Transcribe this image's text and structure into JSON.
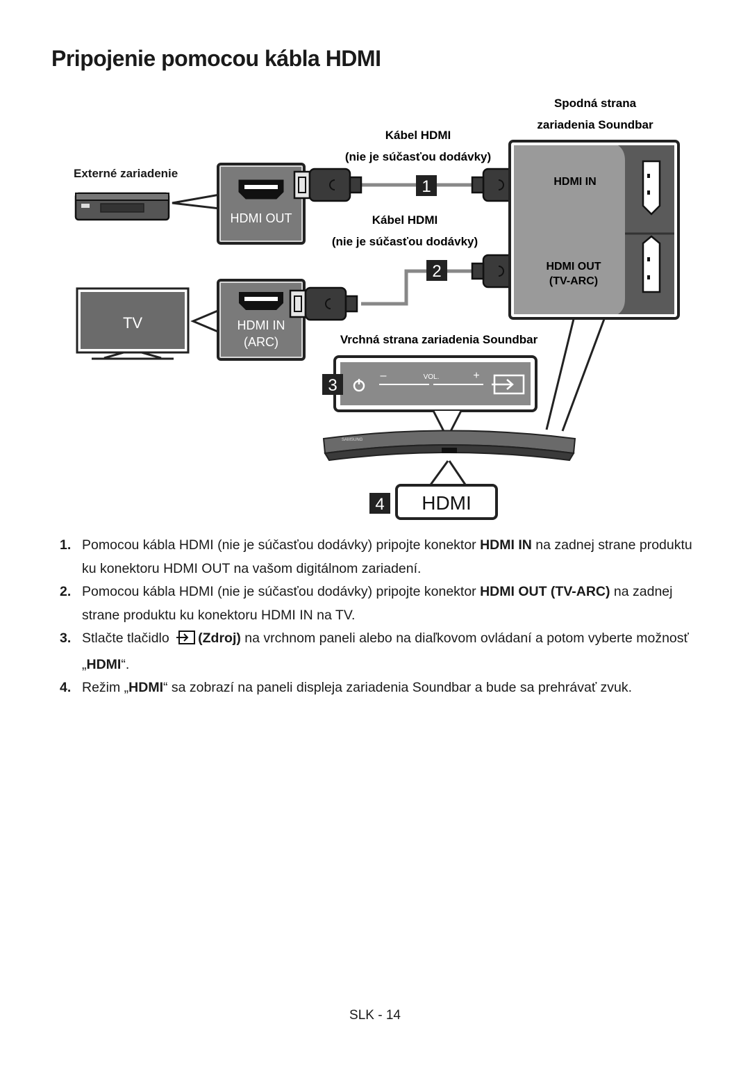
{
  "page": {
    "title": "Pripojenie pomocou kábla HDMI",
    "footer": "SLK - 14"
  },
  "diagram": {
    "external_device_label": "Externé zariadenie",
    "hdmi_out_label": "HDMI OUT",
    "tv_label": "TV",
    "tv_hdmi_in_label": "HDMI IN",
    "tv_arc_label": "(ARC)",
    "cable1_label": "Kábel HDMI",
    "cable1_note": "(nie je súčasťou dodávky)",
    "cable2_label": "Kábel HDMI",
    "cable2_note": "(nie je súčasťou dodávky)",
    "bottom_side_line1": "Spodná strana",
    "bottom_side_line2": "zariadenia Soundbar",
    "soundbar_hdmi_in": "HDMI IN",
    "soundbar_hdmi_out": "HDMI OUT",
    "soundbar_tv_arc": "(TV-ARC)",
    "top_side_label": "Vrchná strana zariadenia Soundbar",
    "step_markers": [
      "1",
      "2",
      "3",
      "4"
    ],
    "panel_minus": "–",
    "panel_vol": "VOL.",
    "panel_plus": "+",
    "display_text": "HDMI",
    "soundbar_brand": "SAMSUNG"
  },
  "steps": [
    {
      "num": "1.",
      "t1": "Pomocou kábla HDMI (nie je súčasťou dodávky) pripojte konektor ",
      "b1": "HDMI IN",
      "t2": " na zadnej strane produktu ku konektoru HDMI OUT na vašom digitálnom zariadení."
    },
    {
      "num": "2.",
      "t1": "Pomocou kábla HDMI (nie je súčasťou dodávky) pripojte konektor ",
      "b1": "HDMI OUT (TV-ARC)",
      "t2": " na zadnej strane produktu ku konektoru HDMI IN na TV."
    },
    {
      "num": "3.",
      "t1": "Stlačte tlačidlo ",
      "b1": "(Zdroj)",
      "t2": " na vrchnom paneli alebo na diaľkovom ovládaní a potom vyberte možnosť „",
      "b2": "HDMI",
      "t3": "“."
    },
    {
      "num": "4.",
      "t1": "Režim „",
      "b1": "HDMI",
      "t2": "“ sa zobrazí na paneli displeja zariadenia Soundbar a bude sa prehrávať zvuk."
    }
  ]
}
